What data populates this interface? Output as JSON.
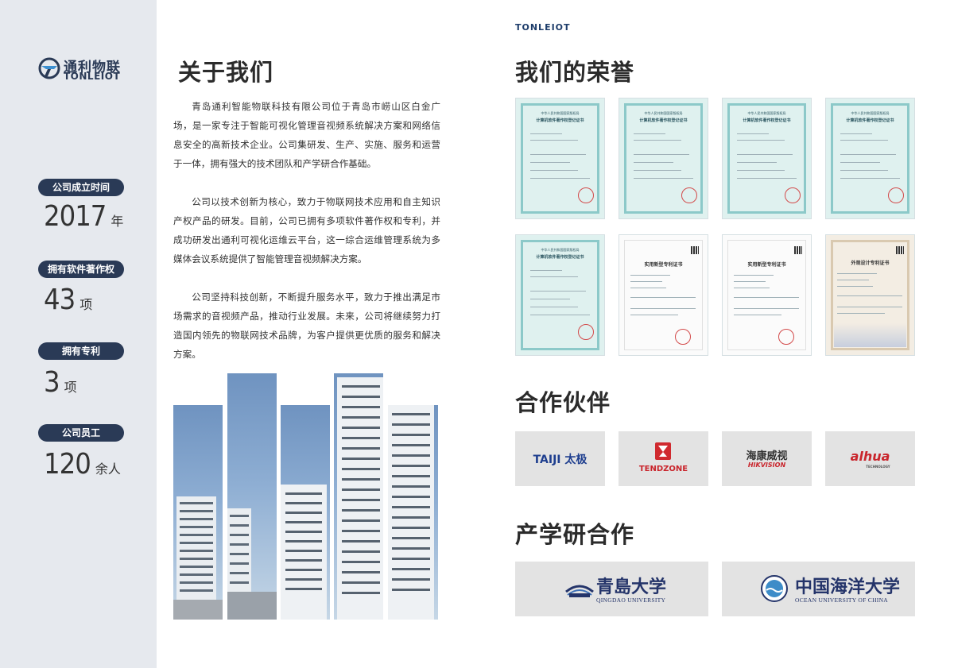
{
  "logo": {
    "cn": "通利物联",
    "en": "TONLEIOT"
  },
  "stats": [
    {
      "label": "公司成立时间",
      "value": "2017",
      "unit": "年"
    },
    {
      "label": "拥有软件著作权",
      "value": "43",
      "unit": "项"
    },
    {
      "label": "拥有专利",
      "value": "3",
      "unit": "项"
    },
    {
      "label": "公司员工",
      "value": "120",
      "unit": "余人"
    }
  ],
  "about": {
    "title": "关于我们",
    "paragraphs": [
      "青岛通利智能物联科技有限公司位于青岛市崂山区白金广场，是一家专注于智能可视化管理音视频系统解决方案和网络信息安全的高新技术企业。公司集研发、生产、实施、服务和运营于一体，拥有强大的技术团队和产学研合作基础。",
      "公司以技术创新为核心，致力于物联网技术应用和自主知识产权产品的研发。目前，公司已拥有多项软件著作权和专利，并成功研发出通利可视化运维云平台，这一综合运维管理系统为多媒体会议系统提供了智能管理音视频解决方案。",
      "公司坚持科技创新，不断提升服务水平，致力于推出满足市场需求的音视频产品，推动行业发展。未来，公司将继续努力打造国内领先的物联网技术品牌，为客户提供更优质的服务和解决方案。"
    ]
  },
  "header_brand": "TONLEIOT",
  "honors": {
    "title": "我们的荣誉",
    "certificates": [
      {
        "type": "blue",
        "heading": "中华人民共和国国家版权局",
        "subtitle": "计算机软件著作权登记证书"
      },
      {
        "type": "blue",
        "heading": "中华人民共和国国家版权局",
        "subtitle": "计算机软件著作权登记证书"
      },
      {
        "type": "blue",
        "heading": "中华人民共和国国家版权局",
        "subtitle": "计算机软件著作权登记证书"
      },
      {
        "type": "blue",
        "heading": "中华人民共和国国家版权局",
        "subtitle": "计算机软件著作权登记证书"
      },
      {
        "type": "blue",
        "heading": "中华人民共和国国家版权局",
        "subtitle": "计算机软件著作权登记证书"
      },
      {
        "type": "white",
        "heading": "",
        "subtitle": "实用新型专利证书"
      },
      {
        "type": "white",
        "heading": "",
        "subtitle": "实用新型专利证书"
      },
      {
        "type": "cream",
        "heading": "",
        "subtitle": "外观设计专利证书"
      }
    ]
  },
  "partners": {
    "title": "合作伙伴",
    "items": [
      {
        "name": "TAIJI 太极",
        "color": "#1f3f8f"
      },
      {
        "name": "TENDZONE",
        "color": "#c9252c"
      },
      {
        "name": "海康威视",
        "sub": "HIKVISION",
        "color": "#333333",
        "sub_color": "#c9252c"
      },
      {
        "name": "alhua",
        "sub": "TECHNOLOGY",
        "color": "#c9252c"
      }
    ]
  },
  "research": {
    "title": "产学研合作",
    "items": [
      {
        "name_cn": "青島大学",
        "name_en": "QINGDAO UNIVERSITY"
      },
      {
        "name_cn": "中国海洋大学",
        "name_en": "OCEAN UNIVERSITY OF CHINA"
      }
    ]
  },
  "colors": {
    "navy": "#2a3a56",
    "sidebar_bg": "#e6e9ee",
    "partner_bg": "#e3e3e3"
  }
}
